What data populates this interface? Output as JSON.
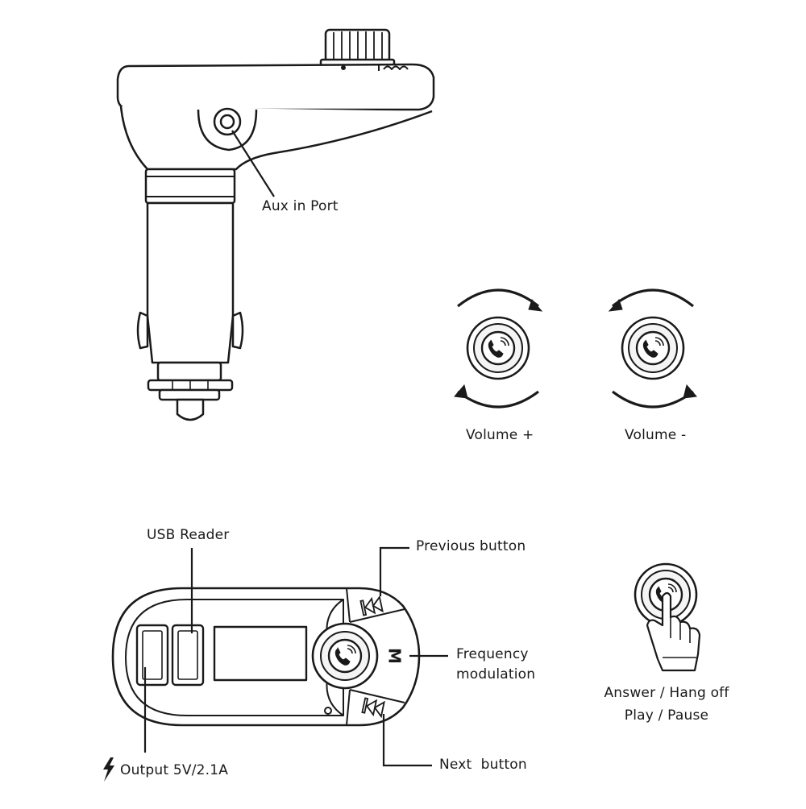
{
  "labels": {
    "aux_in_port": "Aux in Port",
    "volume_up": "Volume +",
    "volume_down": "Volume -",
    "usb_reader": "USB Reader",
    "previous_button": "Previous button",
    "frequency_line1": "Frequency",
    "frequency_line2": "modulation",
    "next_button": "Next  button",
    "output": "Output 5V/2.1A",
    "answer_hangoff": "Answer / Hang off",
    "play_pause": "Play / Pause",
    "m_key": "M"
  },
  "icons": {
    "knob_center": "phone-wave-icon",
    "previous_key": "previous-track-icon",
    "next_key": "next-track-icon",
    "output_symbol": "lightning-bolt-icon",
    "tap_hand": "pointing-hand-icon"
  },
  "colors": {
    "line": "#1a1a1a",
    "background": "#ffffff",
    "fill_light": "#f4f4f4"
  }
}
